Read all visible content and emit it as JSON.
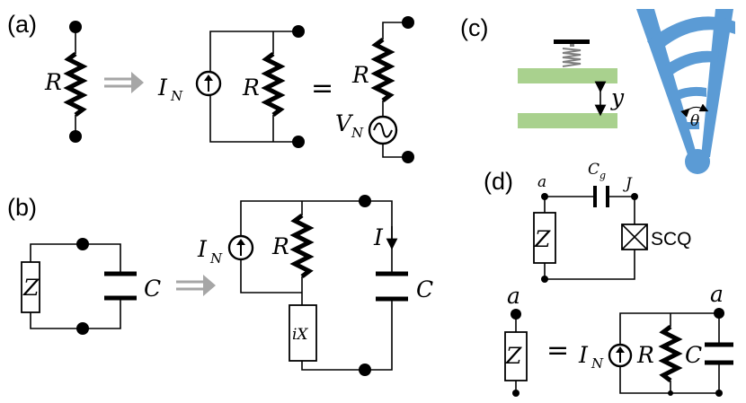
{
  "panels": {
    "a": "(a)",
    "b": "(b)",
    "c": "(c)",
    "d": "(d)"
  },
  "labels": {
    "R": "R",
    "I": "I",
    "N": "N",
    "V": "V",
    "C": "C",
    "Z": "Z",
    "iX": "iX",
    "y": "y",
    "theta": "θ",
    "a_node": "a",
    "J": "J",
    "Cg_C": "C",
    "Cg_g": "g",
    "SCQ": "SCQ",
    "equals": "="
  },
  "colors": {
    "arrow_gray": "#a6a6a6",
    "plate_green": "#a9d18e",
    "pendulum_blue": "#5b9bd5",
    "spring_gray": "#7f7f7f"
  }
}
